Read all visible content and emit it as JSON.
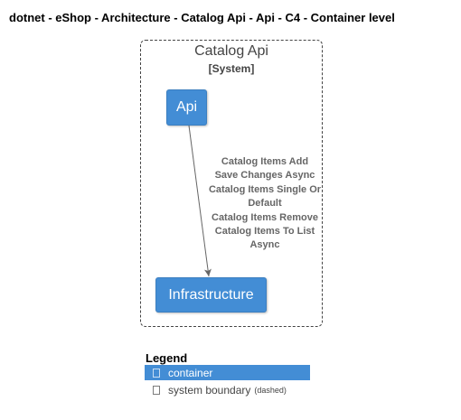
{
  "title": "dotnet - eShop - Architecture - Catalog Api - Api - C4 - Container level",
  "boundary": {
    "name": "Catalog Api",
    "type": "[System]"
  },
  "nodes": {
    "api": "Api",
    "infrastructure": "Infrastructure"
  },
  "edge": {
    "from": "Api",
    "to": "Infrastructure",
    "label_lines": [
      "Catalog Items Add",
      "Save Changes Async",
      "Catalog Items Single Or",
      "Default",
      "Catalog Items Remove",
      "Catalog Items To List",
      "Async"
    ]
  },
  "legend": {
    "title": "Legend",
    "container_label": "container",
    "boundary_label": "system boundary",
    "boundary_note": "(dashed)"
  },
  "colors": {
    "container": "#438dd5",
    "edge": "#666666",
    "boundary": "#444444"
  }
}
